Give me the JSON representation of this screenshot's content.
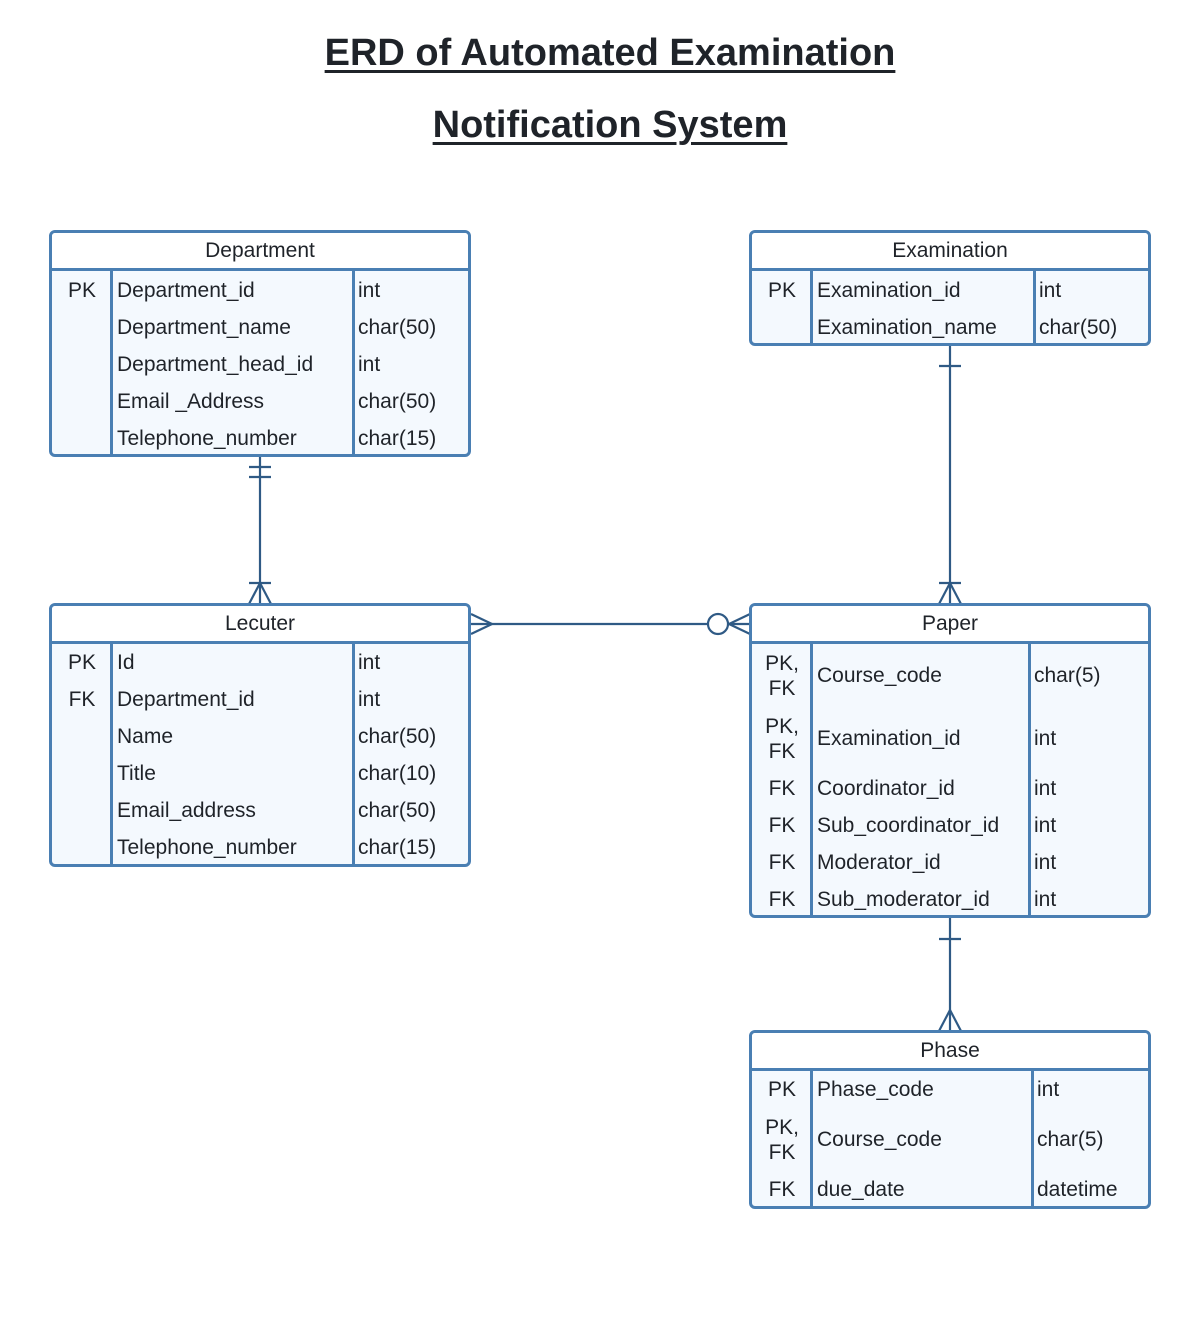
{
  "title_line1": "ERD of Automated Examination",
  "title_line2": "Notification System",
  "entities": {
    "department": {
      "name": "Department",
      "rows": [
        {
          "key": "PK",
          "field": "Department_id",
          "type": "int"
        },
        {
          "key": "",
          "field": "Department_name",
          "type": "char(50)"
        },
        {
          "key": "",
          "field": "Department_head_id",
          "type": "int"
        },
        {
          "key": "",
          "field": "Email _Address",
          "type": "char(50)"
        },
        {
          "key": "",
          "field": "Telephone_number",
          "type": "char(15)"
        }
      ]
    },
    "examination": {
      "name": "Examination",
      "rows": [
        {
          "key": "PK",
          "field": "Examination_id",
          "type": "int"
        },
        {
          "key": "",
          "field": "Examination_name",
          "type": "char(50)"
        }
      ]
    },
    "lecuter": {
      "name": "Lecuter",
      "rows": [
        {
          "key": "PK",
          "field": "Id",
          "type": "int"
        },
        {
          "key": "FK",
          "field": "Department_id",
          "type": "int"
        },
        {
          "key": "",
          "field": "Name",
          "type": "char(50)"
        },
        {
          "key": "",
          "field": "Title",
          "type": "char(10)"
        },
        {
          "key": "",
          "field": "Email_address",
          "type": "char(50)"
        },
        {
          "key": "",
          "field": "Telephone_number",
          "type": "char(15)"
        }
      ]
    },
    "paper": {
      "name": "Paper",
      "rows": [
        {
          "key": "PK,\nFK",
          "field": "Course_code",
          "type": "char(5)"
        },
        {
          "key": "PK,\nFK",
          "field": "Examination_id",
          "type": "int"
        },
        {
          "key": "FK",
          "field": "Coordinator_id",
          "type": "int"
        },
        {
          "key": "FK",
          "field": "Sub_coordinator_id",
          "type": "int"
        },
        {
          "key": "FK",
          "field": "Moderator_id",
          "type": "int"
        },
        {
          "key": "FK",
          "field": "Sub_moderator_id",
          "type": "int"
        }
      ]
    },
    "phase": {
      "name": "Phase",
      "rows": [
        {
          "key": "PK",
          "field": "Phase_code",
          "type": "int"
        },
        {
          "key": "PK,\nFK",
          "field": "Course_code",
          "type": "char(5)"
        },
        {
          "key": "FK",
          "field": "due_date",
          "type": "datetime"
        }
      ]
    }
  },
  "relationships": [
    {
      "from": "Department",
      "to": "Lecuter",
      "from_cardinality": "exactly-one",
      "to_cardinality": "one-or-many"
    },
    {
      "from": "Examination",
      "to": "Paper",
      "from_cardinality": "one",
      "to_cardinality": "one-or-many"
    },
    {
      "from": "Lecuter",
      "to": "Paper",
      "from_cardinality": "many",
      "to_cardinality": "zero-or-many"
    },
    {
      "from": "Paper",
      "to": "Phase",
      "from_cardinality": "one",
      "to_cardinality": "many"
    }
  ],
  "colors": {
    "border": "#4a7fb3",
    "line": "#2f5a85",
    "fill": "#f4f9fe",
    "text": "#1f2329"
  }
}
